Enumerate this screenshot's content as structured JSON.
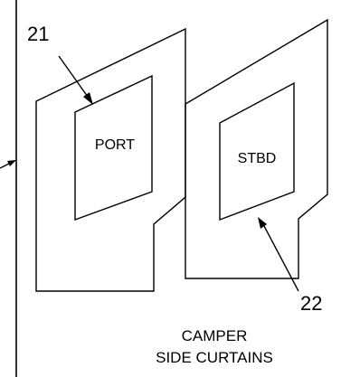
{
  "callouts": {
    "port_number": "21",
    "stbd_number": "22"
  },
  "panels": {
    "port_label": "PORT",
    "stbd_label": "STBD"
  },
  "caption": {
    "line1": "CAMPER",
    "line2": "SIDE CURTAINS"
  }
}
